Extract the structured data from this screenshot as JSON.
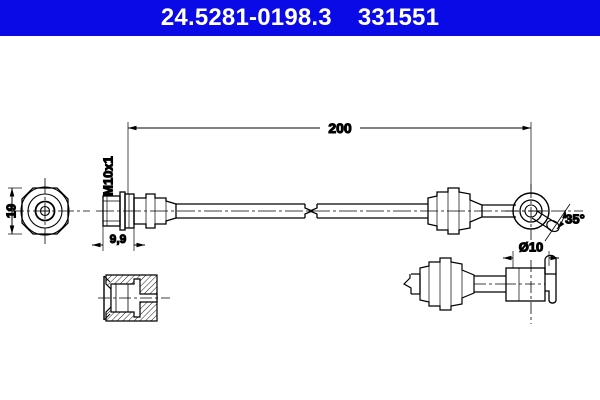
{
  "header": {
    "part_number": "24.5281-0198.3",
    "reference_number": "331551",
    "background_color": "#0a0ae6",
    "text_color": "#ffffff"
  },
  "drawing": {
    "title": "brake-hose-technical-drawing",
    "line_color": "#000000",
    "background_color": "#ffffff",
    "dimensions": {
      "overall_length": "200",
      "thread": "M10x1",
      "hex_width": "19",
      "fitting_length": "9,9",
      "eye_diameter": "Ø10",
      "bleed_angle": "35°"
    },
    "views": [
      {
        "name": "end-view-hex-flange",
        "label": "19"
      },
      {
        "name": "main-side-view",
        "label": "200"
      },
      {
        "name": "section-detail-view",
        "label": ""
      },
      {
        "name": "banjo-eye-top-view",
        "label": "Ø10"
      }
    ]
  }
}
